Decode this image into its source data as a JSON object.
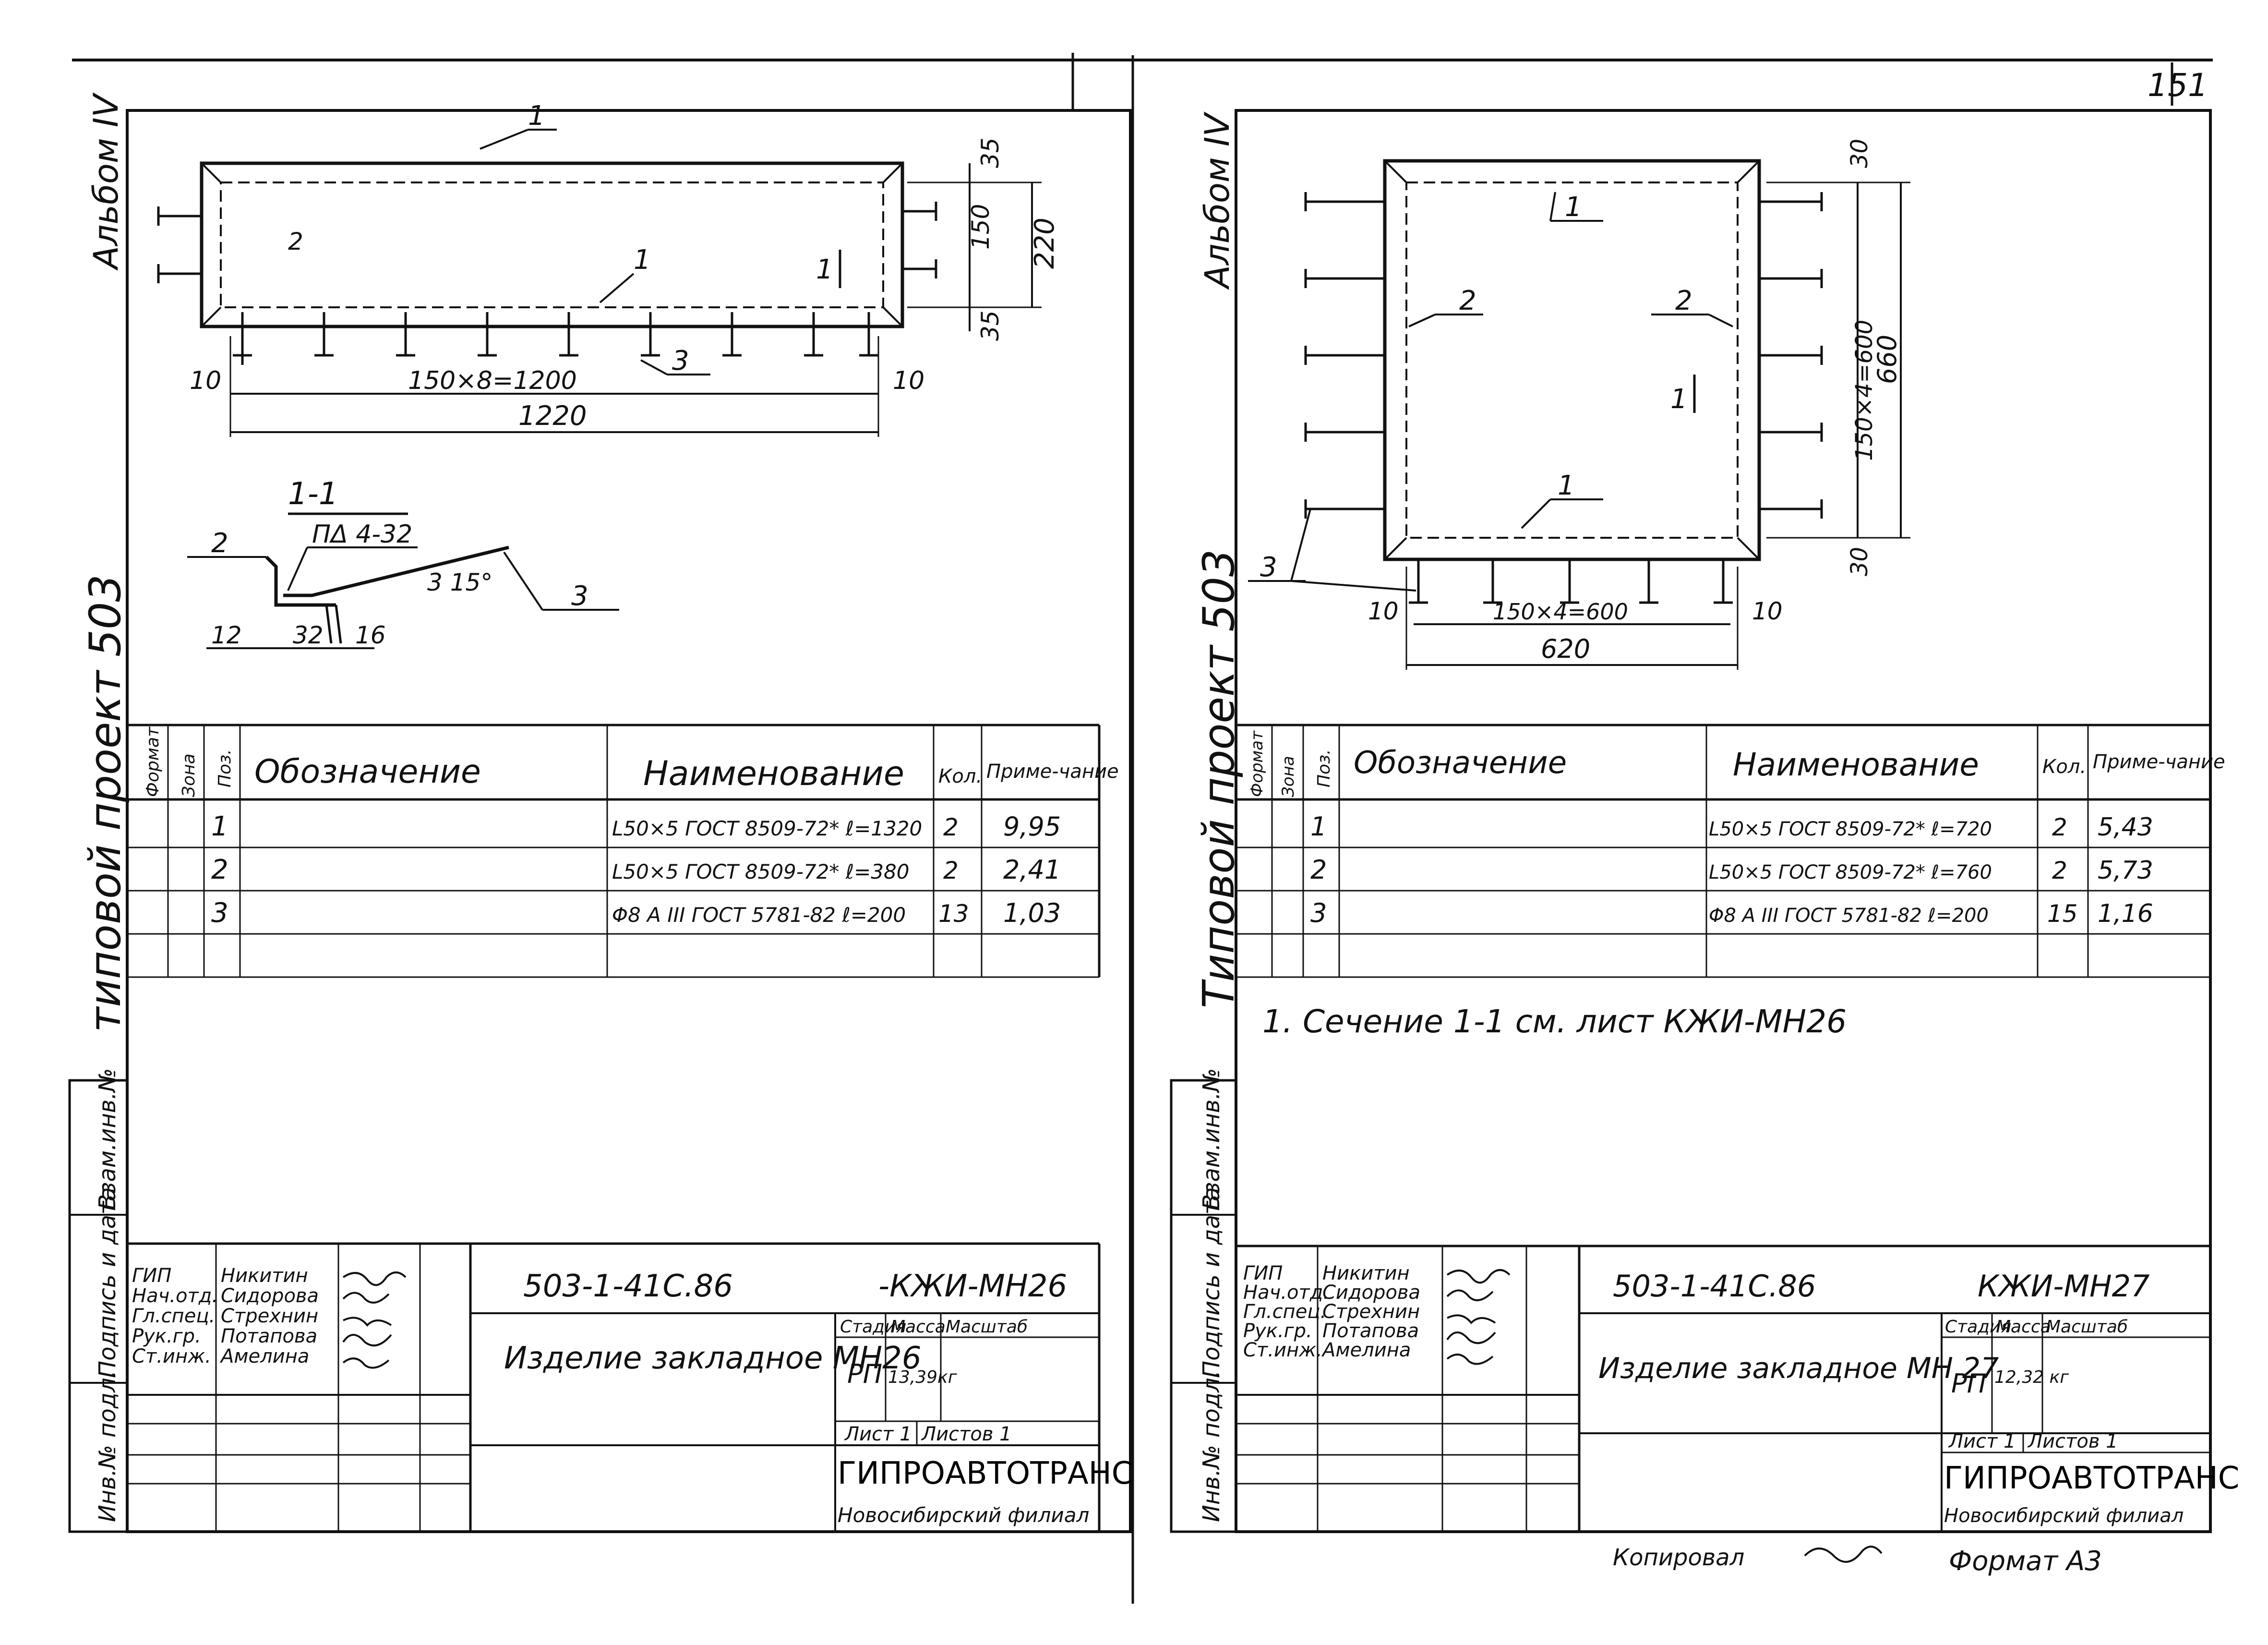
{
  "page_number": "151",
  "sheets": [
    {
      "side_album": "Альбом IV",
      "side_project": "типовой проект 503",
      "side_stamp": [
        "Инв.№ подл.",
        "Подпись и дата",
        "Взам.инв.№"
      ],
      "drawing": {
        "dims": {
          "left_gap": "10",
          "pitch": "150×8=1200",
          "right_gap": "10",
          "total": "1220",
          "top_dim": "35",
          "mid_dim": "150",
          "bot_dim": "35",
          "height": "220"
        },
        "callouts": [
          "1",
          "1",
          "2",
          "3"
        ],
        "section_mark": "1",
        "section": {
          "title": "1-1",
          "weld": "ΠΔ 4-32",
          "angle": "3 15°",
          "c2": "2",
          "c3": "3",
          "d12": "12",
          "d32": "32",
          "d16": "16"
        }
      },
      "spec": {
        "headers": [
          "Формат",
          "Зона",
          "Поз.",
          "Обозначение",
          "Наименование",
          "Кол.",
          "Приме-чание"
        ],
        "rows": [
          {
            "pos": "1",
            "name": "L50×5 ГОСТ 8509-72* ℓ=1320",
            "qty": "2",
            "note": "9,95"
          },
          {
            "pos": "2",
            "name": "L50×5 ГОСТ 8509-72* ℓ=380",
            "qty": "2",
            "note": "2,41"
          },
          {
            "pos": "3",
            "name": "Φ8 A III ГОСТ 5781-82 ℓ=200",
            "qty": "13",
            "note": "1,03"
          }
        ]
      },
      "note": "",
      "title_block": {
        "roles": [
          "ГИП",
          "Нач.отд.",
          "Гл.спец.",
          "Рук.гр.",
          "Ст.инж."
        ],
        "names": [
          "Никитин",
          "Сидорова",
          "Стрехнин",
          "Потапова",
          "Амелина"
        ],
        "doc": "503-1-41С.86",
        "code": "-КЖИ-МН26",
        "title": "Изделие закладное МН26",
        "stage_h": "Стадия",
        "mass_h": "Масса",
        "scale_h": "Масштаб",
        "stage": "РП",
        "mass": "13,39кг",
        "sheet_label": "Лист 1",
        "sheets_label": "Листов 1",
        "org": "ГИПРОАВТОТРАНС",
        "branch": "Новосибирский филиал"
      }
    },
    {
      "side_album": "Альбом IV",
      "side_project": "Типовой проект 503",
      "side_stamp": [
        "Инв.№ подл.",
        "Подпись и дата",
        "Взам.инв.№"
      ],
      "drawing": {
        "dims": {
          "left_gap": "10",
          "pitch": "150×4=600",
          "right_gap": "10",
          "total": "620",
          "top_dim": "30",
          "mid_dim": "150×4=600",
          "bot_dim": "30",
          "height": "660"
        },
        "callouts": [
          "1",
          "1",
          "2",
          "2",
          "3"
        ],
        "section_mark": "1"
      },
      "spec": {
        "headers": [
          "Формат",
          "Зона",
          "Поз.",
          "Обозначение",
          "Наименование",
          "Кол.",
          "Приме-чание"
        ],
        "rows": [
          {
            "pos": "1",
            "name": "L50×5 ГОСТ 8509-72* ℓ=720",
            "qty": "2",
            "note": "5,43"
          },
          {
            "pos": "2",
            "name": "L50×5 ГОСТ 8509-72* ℓ=760",
            "qty": "2",
            "note": "5,73"
          },
          {
            "pos": "3",
            "name": "Φ8 A III ГОСТ 5781-82 ℓ=200",
            "qty": "15",
            "note": "1,16"
          }
        ]
      },
      "note": "1. Сечение 1-1 см. лист КЖИ-МН26",
      "title_block": {
        "roles": [
          "ГИП",
          "Нач.отд.",
          "Гл.спец.",
          "Рук.гр.",
          "Ст.инж."
        ],
        "names": [
          "Никитин",
          "Сидорова",
          "Стрехнин",
          "Потапова",
          "Амелина"
        ],
        "doc": "503-1-41С.86",
        "code": "КЖИ-МН27",
        "title": "Изделие закладное МН 27",
        "stage_h": "Стадия",
        "mass_h": "Масса",
        "scale_h": "Масштаб",
        "stage": "РП",
        "mass": "12,32 кг",
        "sheet_label": "Лист 1",
        "sheets_label": "Листов 1",
        "org": "ГИПРОАВТОТРАНС",
        "branch": "Новосибирский филиал"
      }
    }
  ],
  "footer": {
    "copied": "Копировал",
    "format": "Формат А3"
  }
}
